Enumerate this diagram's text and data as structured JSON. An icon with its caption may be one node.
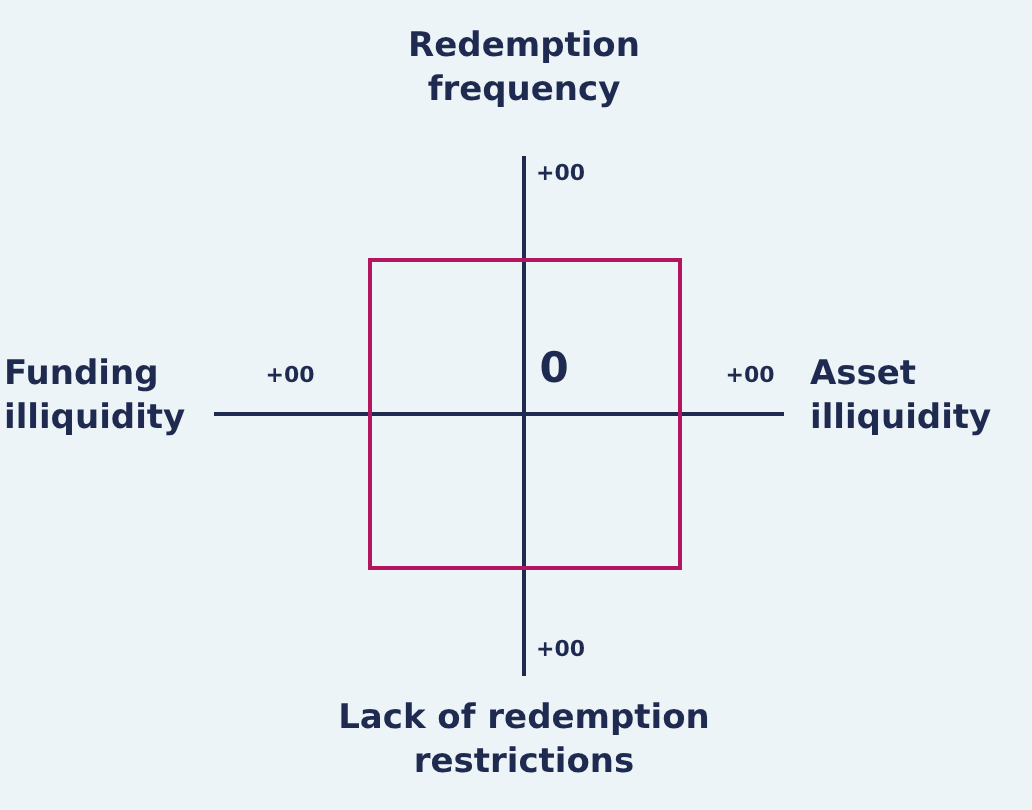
{
  "diagram": {
    "labels": [
      "Redemption frequency",
      "+00",
      "Funding illiquidity",
      "+00",
      "0",
      "+00",
      "Asset illiquidity",
      "+00",
      "Lack of redemption restrictions"
    ]
  }
}
